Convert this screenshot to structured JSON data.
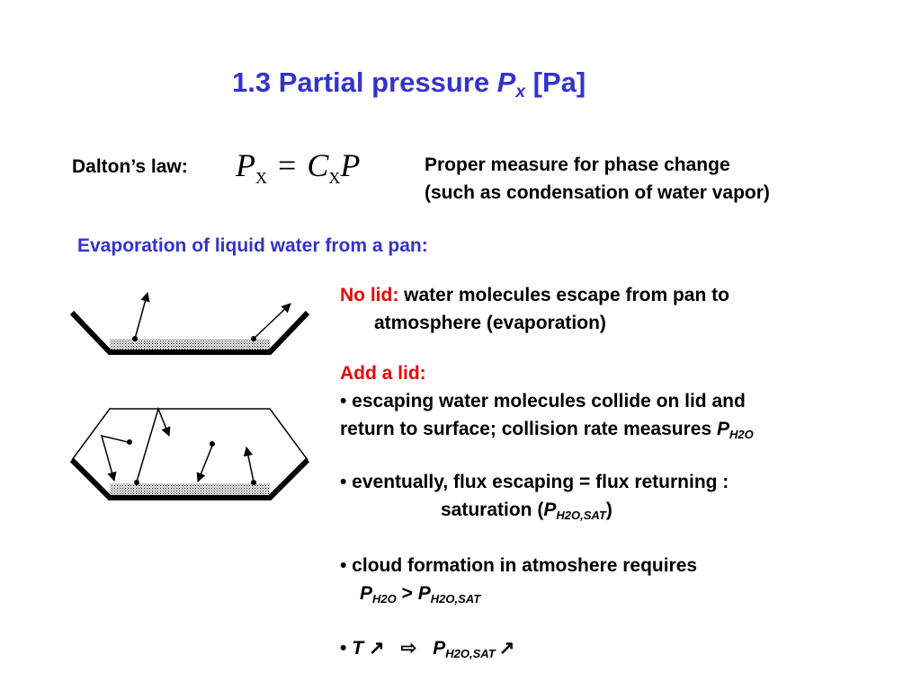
{
  "title": {
    "main": "1.3  Partial pressure ",
    "symbol": "P",
    "subscript": "x",
    "unit": " [Pa]"
  },
  "dalton": {
    "label": "Dalton’s law:",
    "eq_lhs": "P",
    "eq_lhs_sub": "X",
    "eq_equals": "=",
    "eq_c": "C",
    "eq_c_sub": "X",
    "eq_p": "P",
    "note_line1": "Proper measure for phase change",
    "note_line2": "(such as condensation of water vapor)"
  },
  "section_heading": "Evaporation of liquid water from a pan:",
  "no_lid": {
    "label": "No lid:",
    "text_line1": " water molecules escape from pan to",
    "text_line2": "atmosphere (evaporation)"
  },
  "add_lid": {
    "label": "Add a lid:",
    "bullet1_line1": "• escaping water molecules collide on lid and",
    "bullet1_line2": "return to surface; collision rate measures ",
    "bullet1_sym": "P",
    "bullet1_sub": "H2O",
    "bullet2_line1": "• eventually, flux escaping = flux returning :",
    "bullet2_line2_pre": "saturation (",
    "bullet2_sym": "P",
    "bullet2_sub": "H2O,SAT",
    "bullet2_line2_post": ")",
    "bullet3_line1": "• cloud formation in atmoshere requires",
    "bullet3_sym1": "P",
    "bullet3_sub1": "H2O",
    "bullet3_gt": " > ",
    "bullet3_sym2": "P",
    "bullet3_sub2": "H2O,SAT",
    "bullet4_bullet": "• ",
    "bullet4_T": "T",
    "bullet4_arrow1": "↗",
    "bullet4_implies": "⇨",
    "bullet4_sym": "P",
    "bullet4_sub": "H2O,SAT",
    "bullet4_arrow2": "↗"
  },
  "colors": {
    "title": "#3333cc",
    "heading": "#3333cc",
    "label_red": "#ee0000",
    "text": "#000000"
  }
}
